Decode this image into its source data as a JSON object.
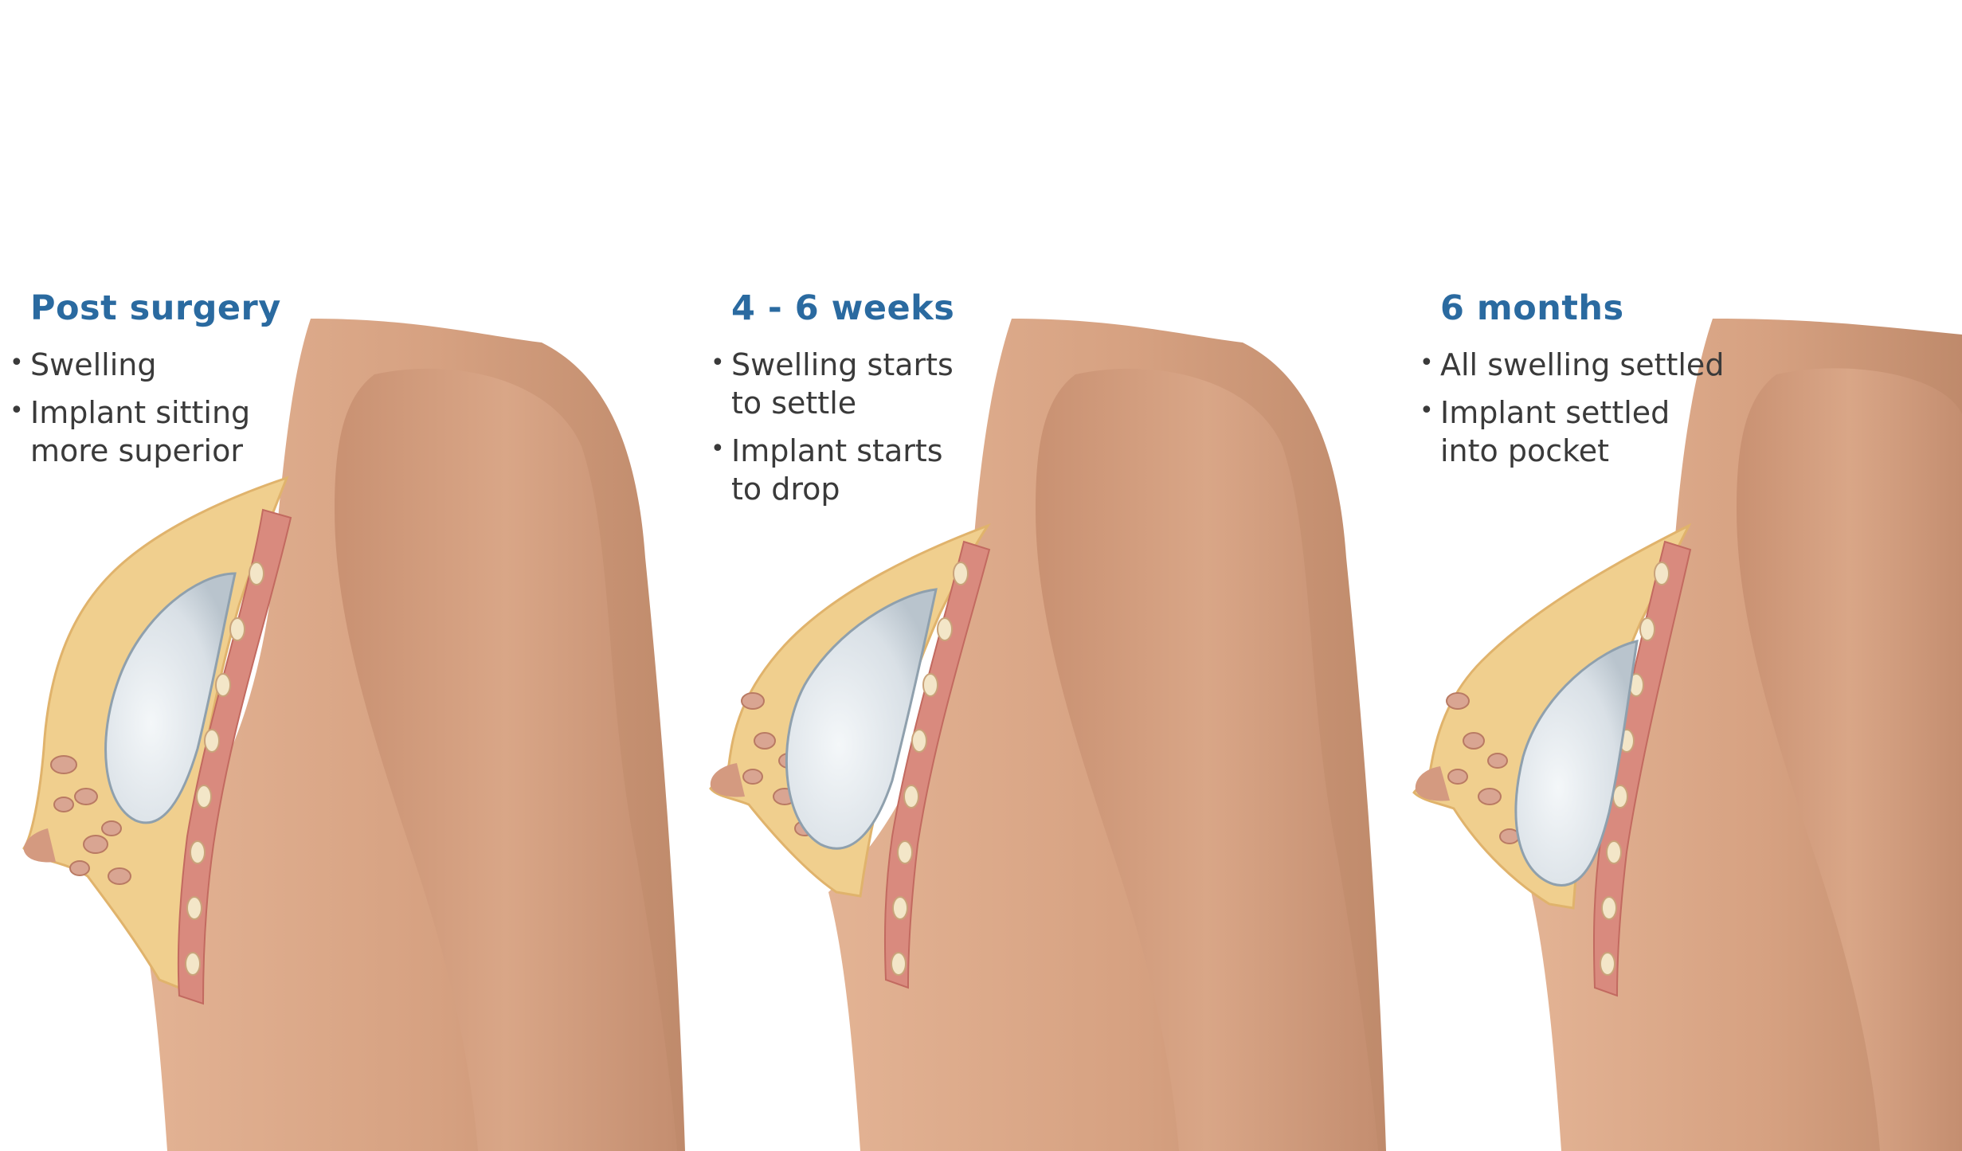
{
  "stages": [
    {
      "title": "Post surgery",
      "bullets": [
        "Swelling",
        "Implant sitting more superior"
      ]
    },
    {
      "title": "4 - 6 weeks",
      "bullets": [
        "Swelling starts to settle",
        "Implant starts to drop"
      ]
    },
    {
      "title": "6 months",
      "bullets": [
        "All swelling settled",
        "Implant settled into pocket"
      ]
    }
  ],
  "colors": {
    "title": "#2a6aa0",
    "text": "#3a3a3a",
    "skin": "#d9a88a",
    "skin_shadow": "#b98466",
    "fat": "#f0cf8e",
    "muscle": "#d98a7e",
    "implant": "#dfe5ea",
    "gland": "#d9a592"
  }
}
